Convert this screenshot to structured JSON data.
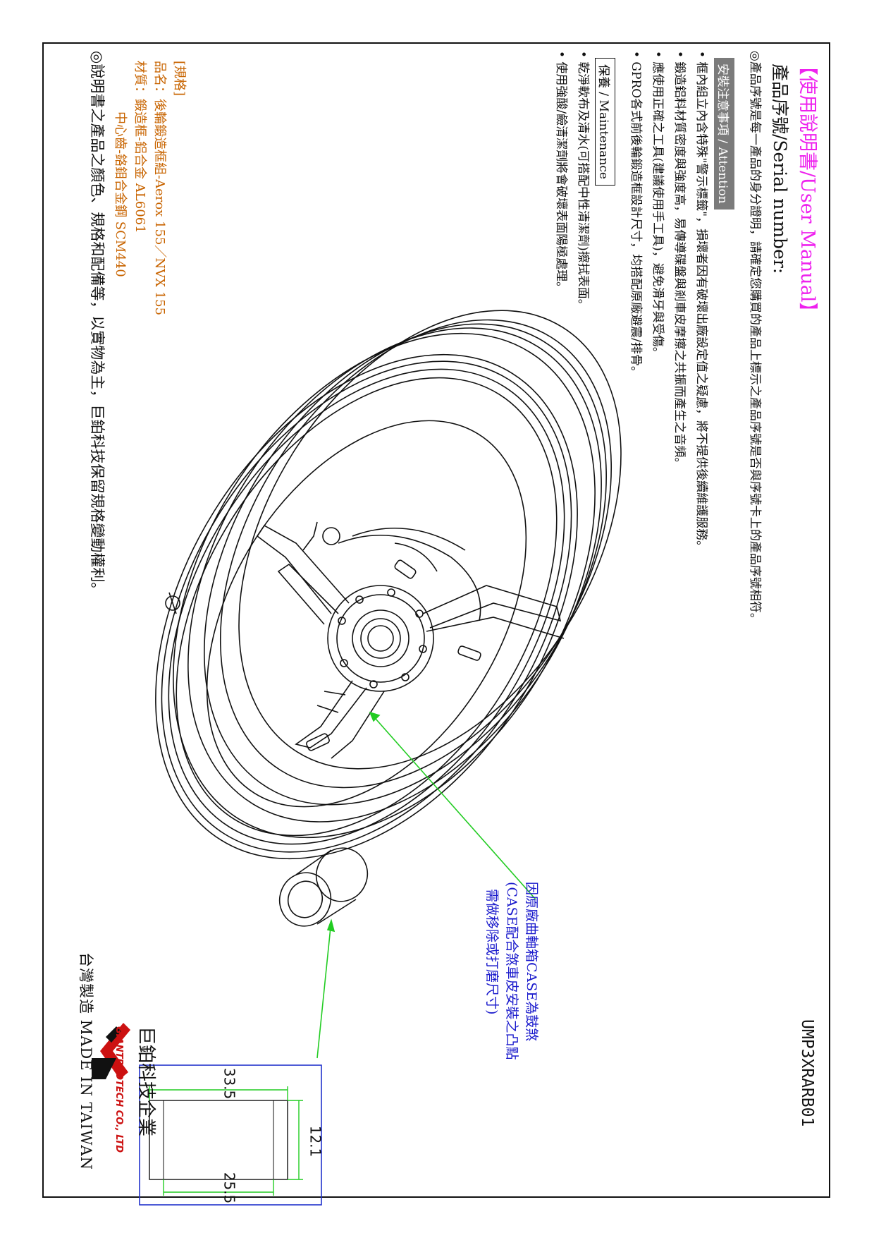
{
  "manual": {
    "title": "【使用說明書/User Manual】",
    "serial": {
      "heading": "產品序號/Serial number:",
      "text": "◎產品序號是每一產品的身分證明，請確定您購買的產品上標示之產品序號是否與序號卡上的產品序號相符。"
    },
    "attention": {
      "label": "安裝注意事項 / Attention",
      "items": [
        "• 框內組立內含特殊\"警示標籤\"，損壞者因有破壞出廠設定值之疑慮，將不提供後續維護服務。",
        "• 鍛造鋁料材質密度與強度高，易傳導碟盤與剎車皮摩擦之共振而產生之音頻。",
        "• 應使用正確之工具(建議使用手工具)，避免滑牙與受傷。",
        "• GPRO各式前後輪鍛造框設計尺寸，均搭配原廠避震/排骨。"
      ]
    },
    "maintenance": {
      "label": "保養 / Maintenance",
      "items": [
        "• 乾淨軟布及清水(可搭配中性清潔劑)擦拭表面。",
        "• 使用強酸/鹼清潔劑將會破壞表面陽極處理。"
      ]
    },
    "spec": {
      "heading": "[規格]",
      "name": "品名：後輪鍛造框組-Aerox 155／NVX 155",
      "material": "材質：鍛造框-鋁合金 AL6061",
      "material2": "中心齒-鉻鉬合金鋼 SCM440"
    },
    "note": "◎說明書之產品之顏色、規格和配備等，以實物為主，巨鉑科技保留規格變動權利。",
    "callout": {
      "line1": "因原廠曲軸箱CASE為鼓煞",
      "line2": "(CASE配合煞車皮安裝之凸點",
      "line3": "需做移除或打磨尺寸)"
    },
    "code": "UMP3XRARB01",
    "company": {
      "name_cn": "巨鉑科技企業",
      "name_en": "GIANTPROTECH CO., LTD",
      "made": "台灣製造 MADE IN TAIWAN"
    },
    "dimensions": {
      "outer": "33.5",
      "inner": "25.5",
      "height": "12.1"
    },
    "colors": {
      "title": "#ee22ee",
      "spec": "#c86400",
      "callout": "#1a1acc",
      "leader": "#22cc22",
      "dim_box": "#2233cc",
      "logo_red": "#cc1111"
    }
  }
}
